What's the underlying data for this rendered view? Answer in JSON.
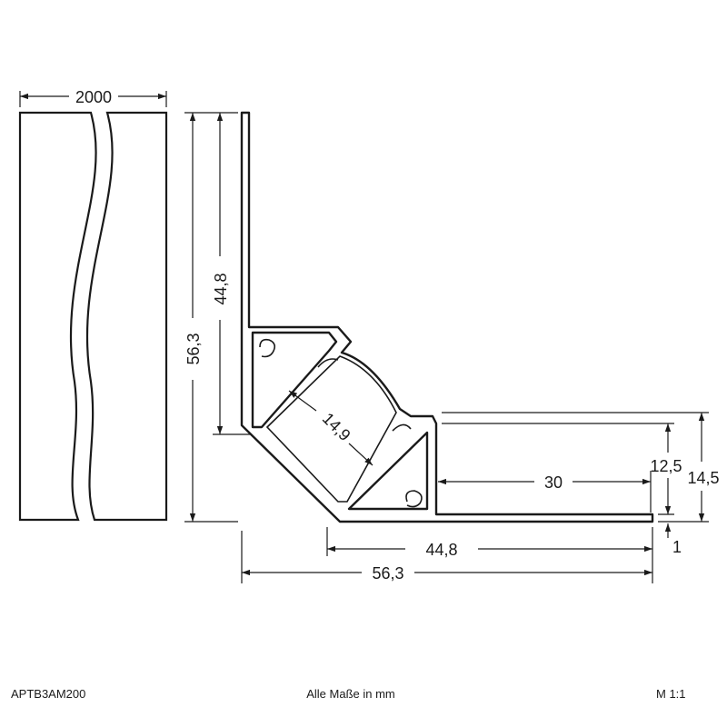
{
  "drawing": {
    "length_label": "2000",
    "height_outer_label": "56,3",
    "height_inner_label": "44,8",
    "diffuser_label": "14,9",
    "width_outer_label": "56,3",
    "width_inner_label": "44,8",
    "flange_label": "30",
    "thickness_label": "1",
    "depth_inner_label": "12,5",
    "depth_outer_label": "14,5"
  },
  "footer": {
    "part_number": "APTB3AM200",
    "units_note": "Alle Maße in mm",
    "scale": "M 1:1"
  }
}
